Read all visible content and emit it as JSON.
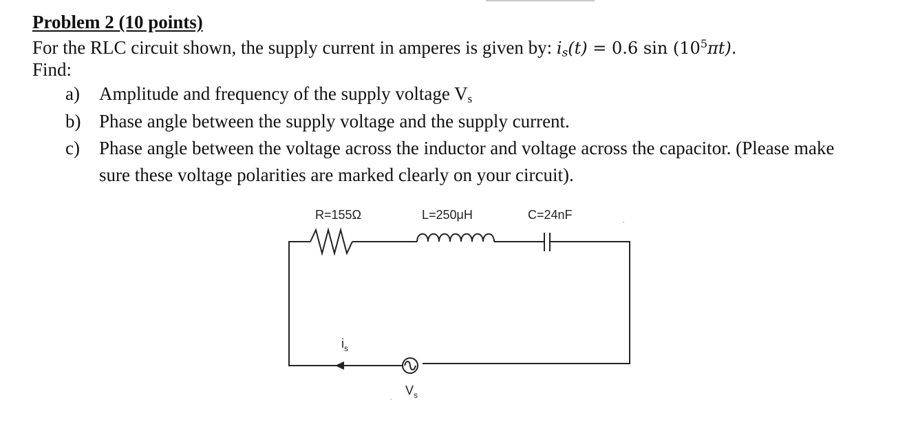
{
  "problem": {
    "title": "Problem 2 (10 points)",
    "intro_text": "For the RLC circuit shown, the supply current in amperes is given by: ",
    "equation": {
      "lhs_var": "i",
      "lhs_sub": "s",
      "lhs_arg": "(t)",
      "equals": " = 0.6 sin (10",
      "exponent": "5",
      "rhs_tail": "πt)."
    },
    "find_label": "Find:",
    "items": [
      {
        "letter": "a)",
        "text": "Amplitude and frequency of the supply voltage V",
        "sub": "s"
      },
      {
        "letter": "b)",
        "text": "Phase angle between the supply voltage and the supply current."
      },
      {
        "letter": "c)",
        "text_line1": "Phase angle between the voltage across the inductor and voltage across the capacitor. (Please make",
        "text_line2": "sure these voltage polarities are marked clearly on your circuit)."
      }
    ]
  },
  "circuit": {
    "resistor_label": "R=155Ω",
    "inductor_label": "L=250μH",
    "capacitor_label": "C=24nF",
    "current_label_main": "i",
    "current_label_sub": "s",
    "source_label_main": "V",
    "source_label_sub": "s"
  }
}
